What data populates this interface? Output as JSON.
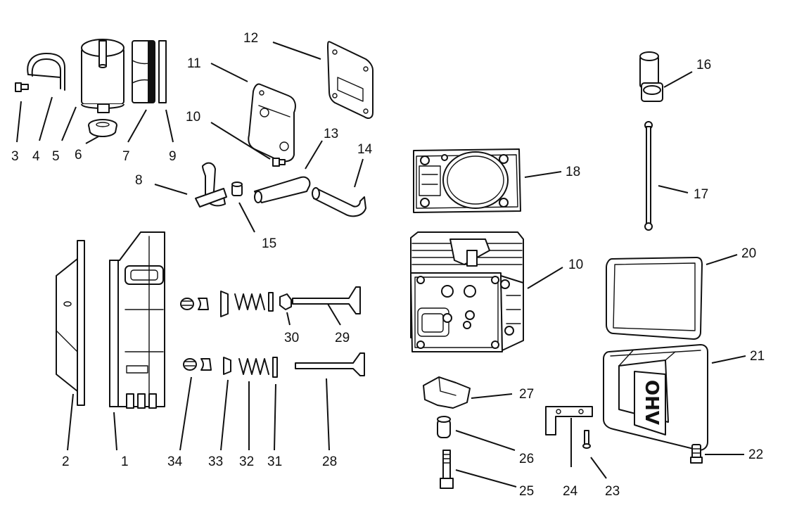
{
  "callouts": [
    {
      "id": "c3",
      "text": "3"
    },
    {
      "id": "c4",
      "text": "4"
    },
    {
      "id": "c5",
      "text": "5"
    },
    {
      "id": "c6",
      "text": "6"
    },
    {
      "id": "c7",
      "text": "7"
    },
    {
      "id": "c9",
      "text": "9"
    },
    {
      "id": "c11",
      "text": "11"
    },
    {
      "id": "c12",
      "text": "12"
    },
    {
      "id": "c10a",
      "text": "10"
    },
    {
      "id": "c13",
      "text": "13"
    },
    {
      "id": "c14",
      "text": "14"
    },
    {
      "id": "c8",
      "text": "8"
    },
    {
      "id": "c15",
      "text": "15"
    },
    {
      "id": "c16",
      "text": "16"
    },
    {
      "id": "c17",
      "text": "17"
    },
    {
      "id": "c18",
      "text": "18"
    },
    {
      "id": "c10b",
      "text": "10"
    },
    {
      "id": "c20",
      "text": "20"
    },
    {
      "id": "c21",
      "text": "21"
    },
    {
      "id": "c22",
      "text": "22"
    },
    {
      "id": "c30",
      "text": "30"
    },
    {
      "id": "c29",
      "text": "29"
    },
    {
      "id": "c2",
      "text": "2"
    },
    {
      "id": "c1",
      "text": "1"
    },
    {
      "id": "c34",
      "text": "34"
    },
    {
      "id": "c33",
      "text": "33"
    },
    {
      "id": "c32",
      "text": "32"
    },
    {
      "id": "c31",
      "text": "31"
    },
    {
      "id": "c28",
      "text": "28"
    },
    {
      "id": "c27",
      "text": "27"
    },
    {
      "id": "c26",
      "text": "26"
    },
    {
      "id": "c25",
      "text": "25"
    },
    {
      "id": "c24",
      "text": "24"
    },
    {
      "id": "c23",
      "text": "23"
    }
  ],
  "cover_logo_text": "OHV",
  "colors": {
    "ink": "#111111",
    "paper": "#ffffff"
  }
}
